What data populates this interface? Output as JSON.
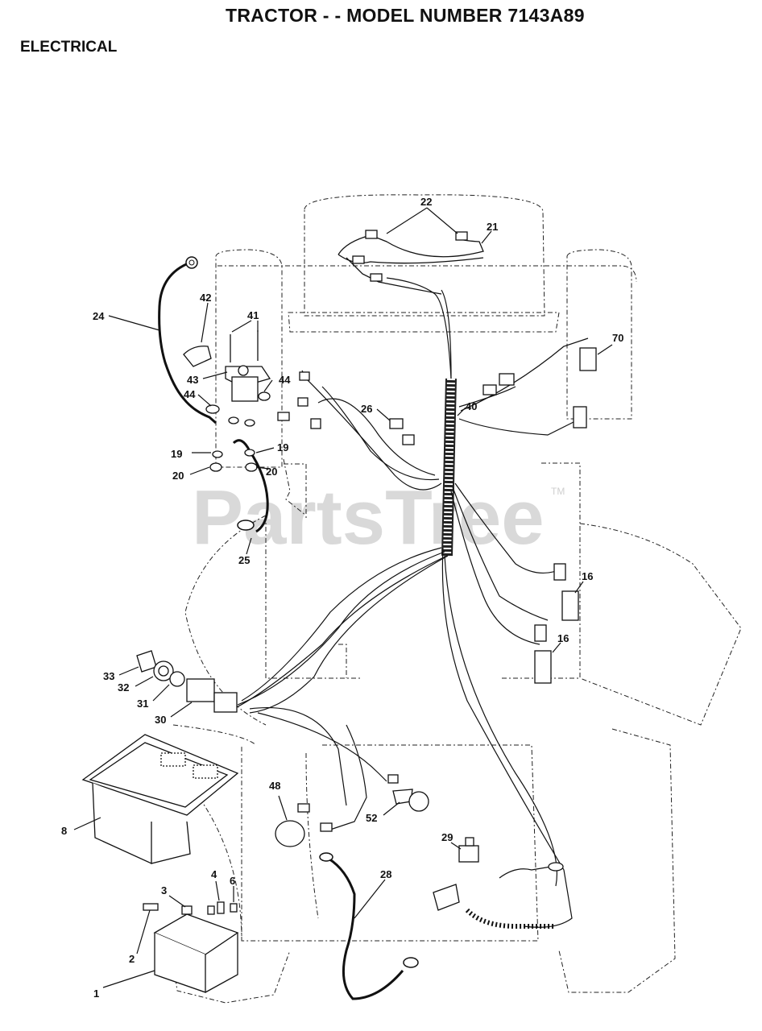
{
  "header": {
    "title": "TRACTOR - - MODEL NUMBER 7143A89",
    "section": "ELECTRICAL"
  },
  "watermark": {
    "text": "PartsTree",
    "tm": "TM"
  },
  "callouts": [
    "22",
    "21",
    "42",
    "41",
    "24",
    "70",
    "43",
    "44",
    "44",
    "40",
    "26",
    "19",
    "19",
    "20",
    "20",
    "25",
    "16",
    "16",
    "33",
    "32",
    "31",
    "30",
    "8",
    "48",
    "52",
    "29",
    "28",
    "3",
    "4",
    "6",
    "2",
    "1"
  ]
}
